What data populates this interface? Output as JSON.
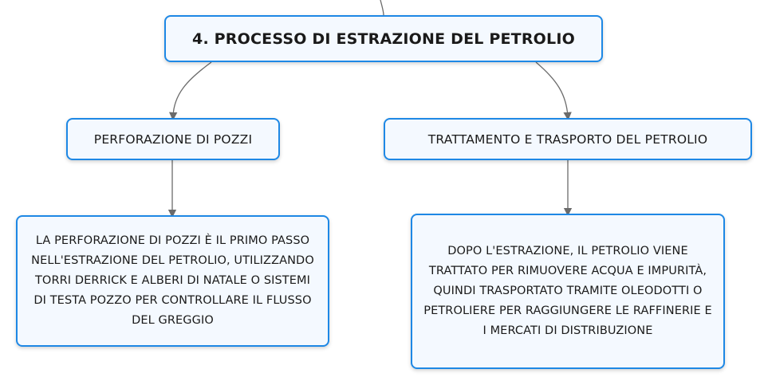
{
  "root": {
    "title": "4. PROCESSO DI ESTRAZIONE DEL PETROLIO"
  },
  "branches": [
    {
      "title": "PERFORAZIONE DI POZZI",
      "detail": "LA PERFORAZIONE DI POZZI È IL PRIMO PASSO NELL'ESTRAZIONE DEL PETROLIO, UTILIZZANDO TORRI DERRICK E ALBERI DI NATALE O SISTEMI DI TESTA POZZO PER CONTROLLARE IL FLUSSO DEL GREGGIO"
    },
    {
      "title": "TRATTAMENTO E TRASPORTO DEL PETROLIO",
      "detail": "DOPO L'ESTRAZIONE, IL PETROLIO VIENE TRATTATO PER RIMUOVERE ACQUA E IMPURITÀ, QUINDI TRASPORTATO TRAMITE OLEODOTTI O PETROLIERE PER RAGGIUNGERE LE RAFFINERIE E I MERCATI DI DISTRIBUZIONE"
    }
  ],
  "colors": {
    "node_border": "#1e88e5",
    "node_fill": "#f4f9ff",
    "connector": "#6b6b6b"
  }
}
